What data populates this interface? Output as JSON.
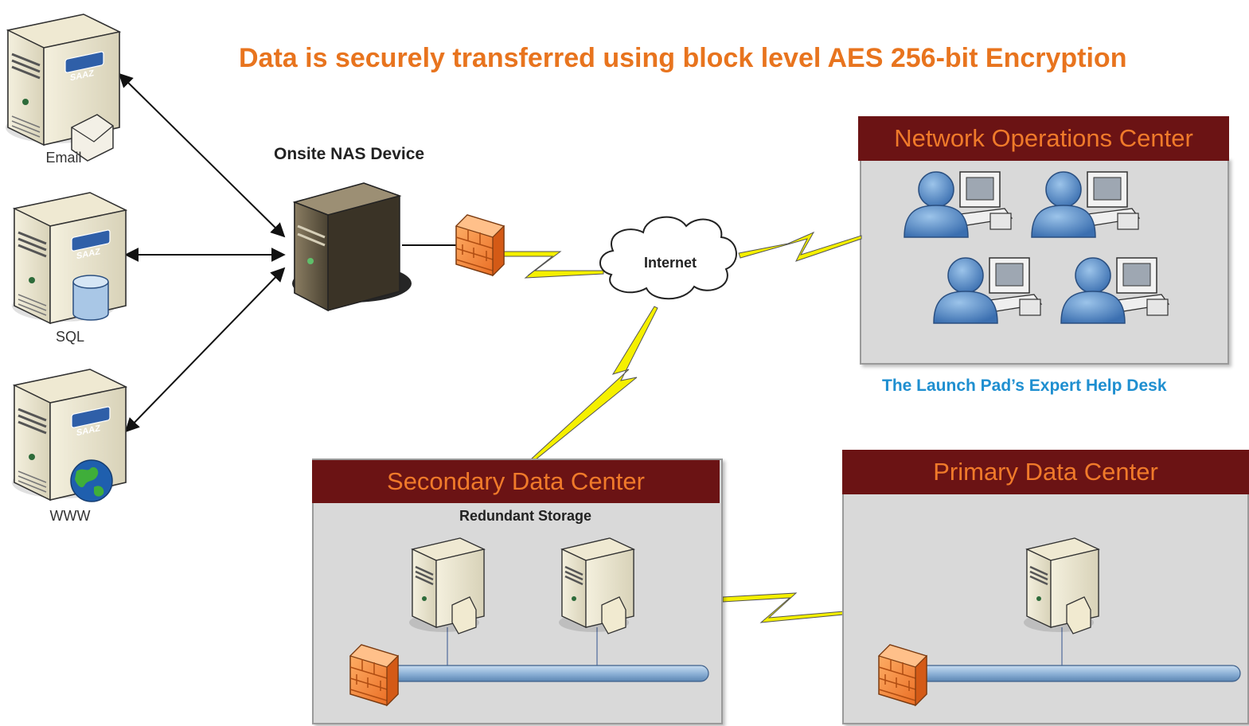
{
  "headline": "Data is securely transferred using block level AES 256-bit Encryption",
  "servers": [
    {
      "label": "Email",
      "logo": "SAAZ",
      "badge": "envelope-icon"
    },
    {
      "label": "SQL",
      "logo": "SAAZ",
      "badge": "database-icon"
    },
    {
      "label": "WWW",
      "logo": "SAAZ",
      "badge": "globe-icon"
    }
  ],
  "nas": {
    "label": "Onsite NAS Device"
  },
  "internet": {
    "label": "Internet"
  },
  "noc": {
    "title": "Network Operations Center",
    "caption": "The Launch Pad’s Expert Help Desk"
  },
  "secondary": {
    "title": "Secondary Data Center",
    "subtitle": "Redundant Storage"
  },
  "primary": {
    "title": "Primary Data Center"
  },
  "colors": {
    "headline": "#e8741e",
    "panel_header": "#6b1314",
    "panel_title": "#f07a2a",
    "caption": "#1f8fd0",
    "lightning": "#f5f000",
    "panel_bg": "#d9d9d9"
  }
}
